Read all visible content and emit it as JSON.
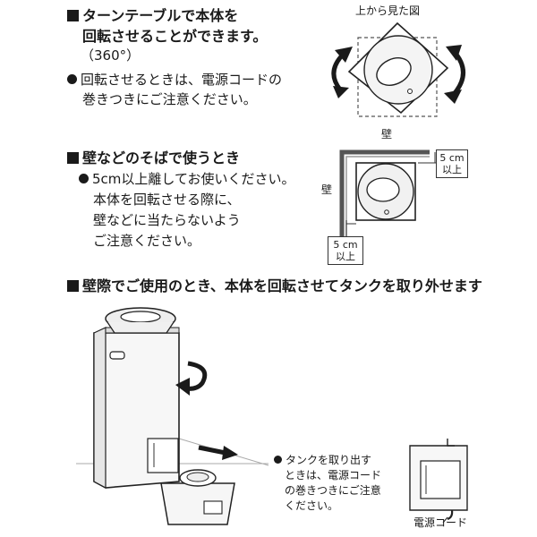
{
  "section1": {
    "heading_line1": "ターンテーブルで本体を",
    "heading_line2": "回転させることができます。",
    "heading_line3": "（360°）",
    "note_line1": "回転させるときは、電源コードの",
    "note_line2": "巻きつきにご注意ください。",
    "diagram_caption": "上から見た図"
  },
  "section2": {
    "heading": "壁などのそばで使うとき",
    "bullet_line1": "5cm以上離してお使いください。",
    "line2": "本体を回転させる際に、",
    "line3": "壁などに当たらないよう",
    "line4": "ご注意ください。",
    "wall_top": "壁",
    "wall_left": "壁",
    "gap_right_line1": "5 cm",
    "gap_right_line2": "以上",
    "gap_bottom_line1": "5 cm",
    "gap_bottom_line2": "以上"
  },
  "section3": {
    "heading": "壁際でご使用のとき、本体を回転させてタンクを取り外せます",
    "note_line1": "タンクを取り出す",
    "note_line2": "ときは、電源コード",
    "note_line3": "の巻きつきにご注意",
    "note_line4": "ください。",
    "cord_label": "電源コード"
  }
}
